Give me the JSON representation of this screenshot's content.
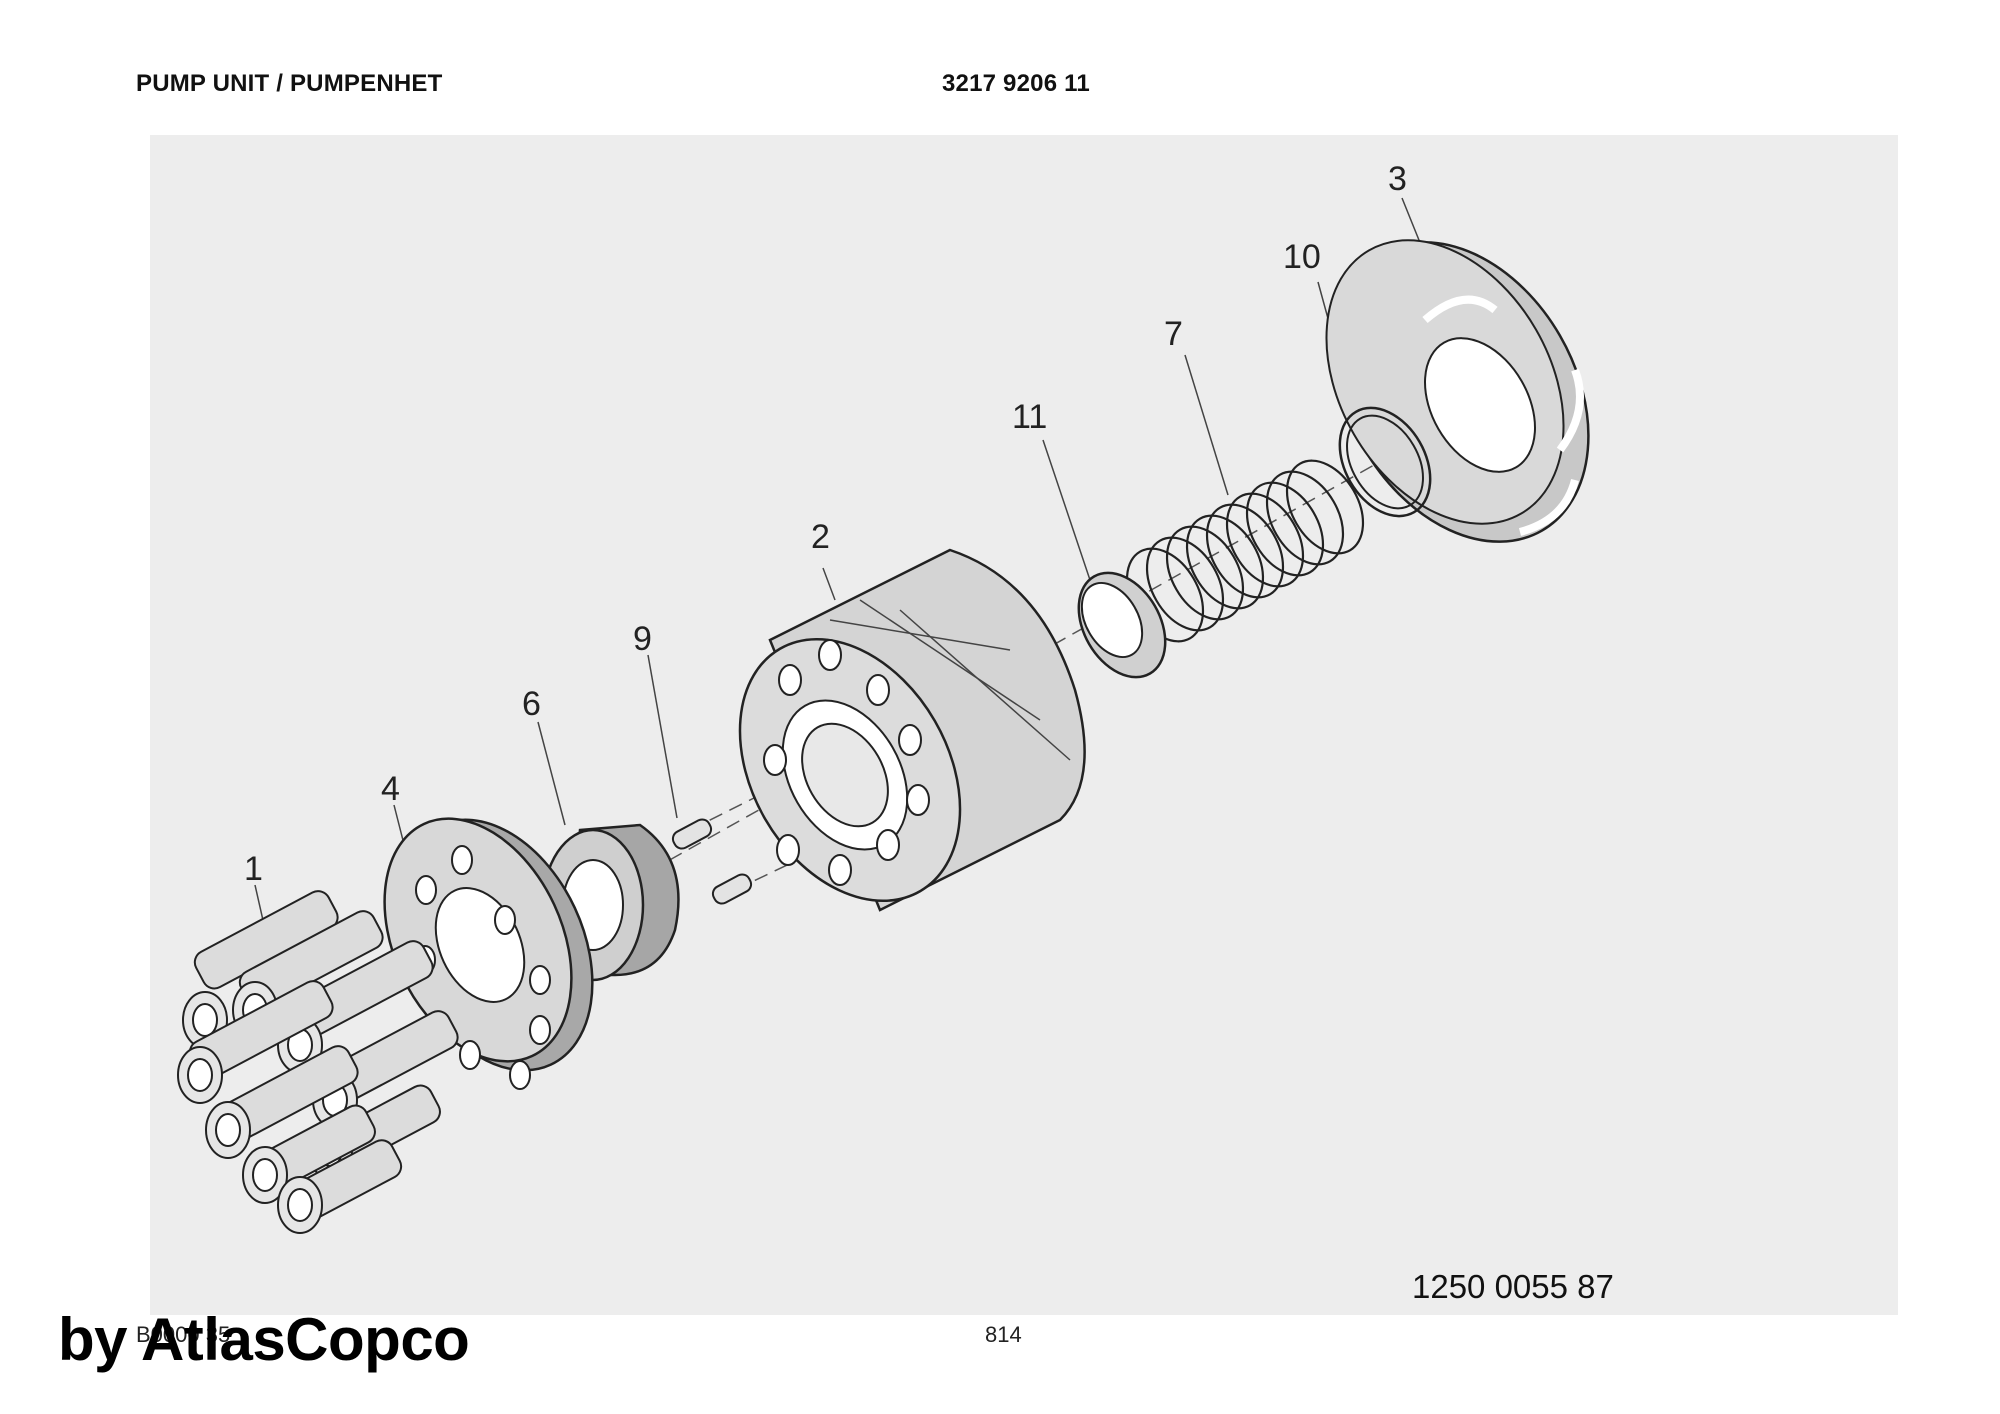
{
  "header": {
    "title": "PUMP UNIT / PUMPENHET",
    "part_number": "3217 9206 11"
  },
  "callouts": {
    "c1": "1",
    "c2": "2",
    "c3": "3",
    "c4": "4",
    "c6": "6",
    "c7": "7",
    "c9": "9",
    "c10": "10",
    "c11": "11"
  },
  "drawing_number": "1250 0055 87",
  "footer": {
    "code": "B0000 35",
    "page": "814"
  },
  "watermark": "by AtlasCopco",
  "colors": {
    "panel": "#ededed",
    "part_fill": "#d6d6d6",
    "part_dark": "#a8a8a8",
    "outline": "#222222"
  }
}
